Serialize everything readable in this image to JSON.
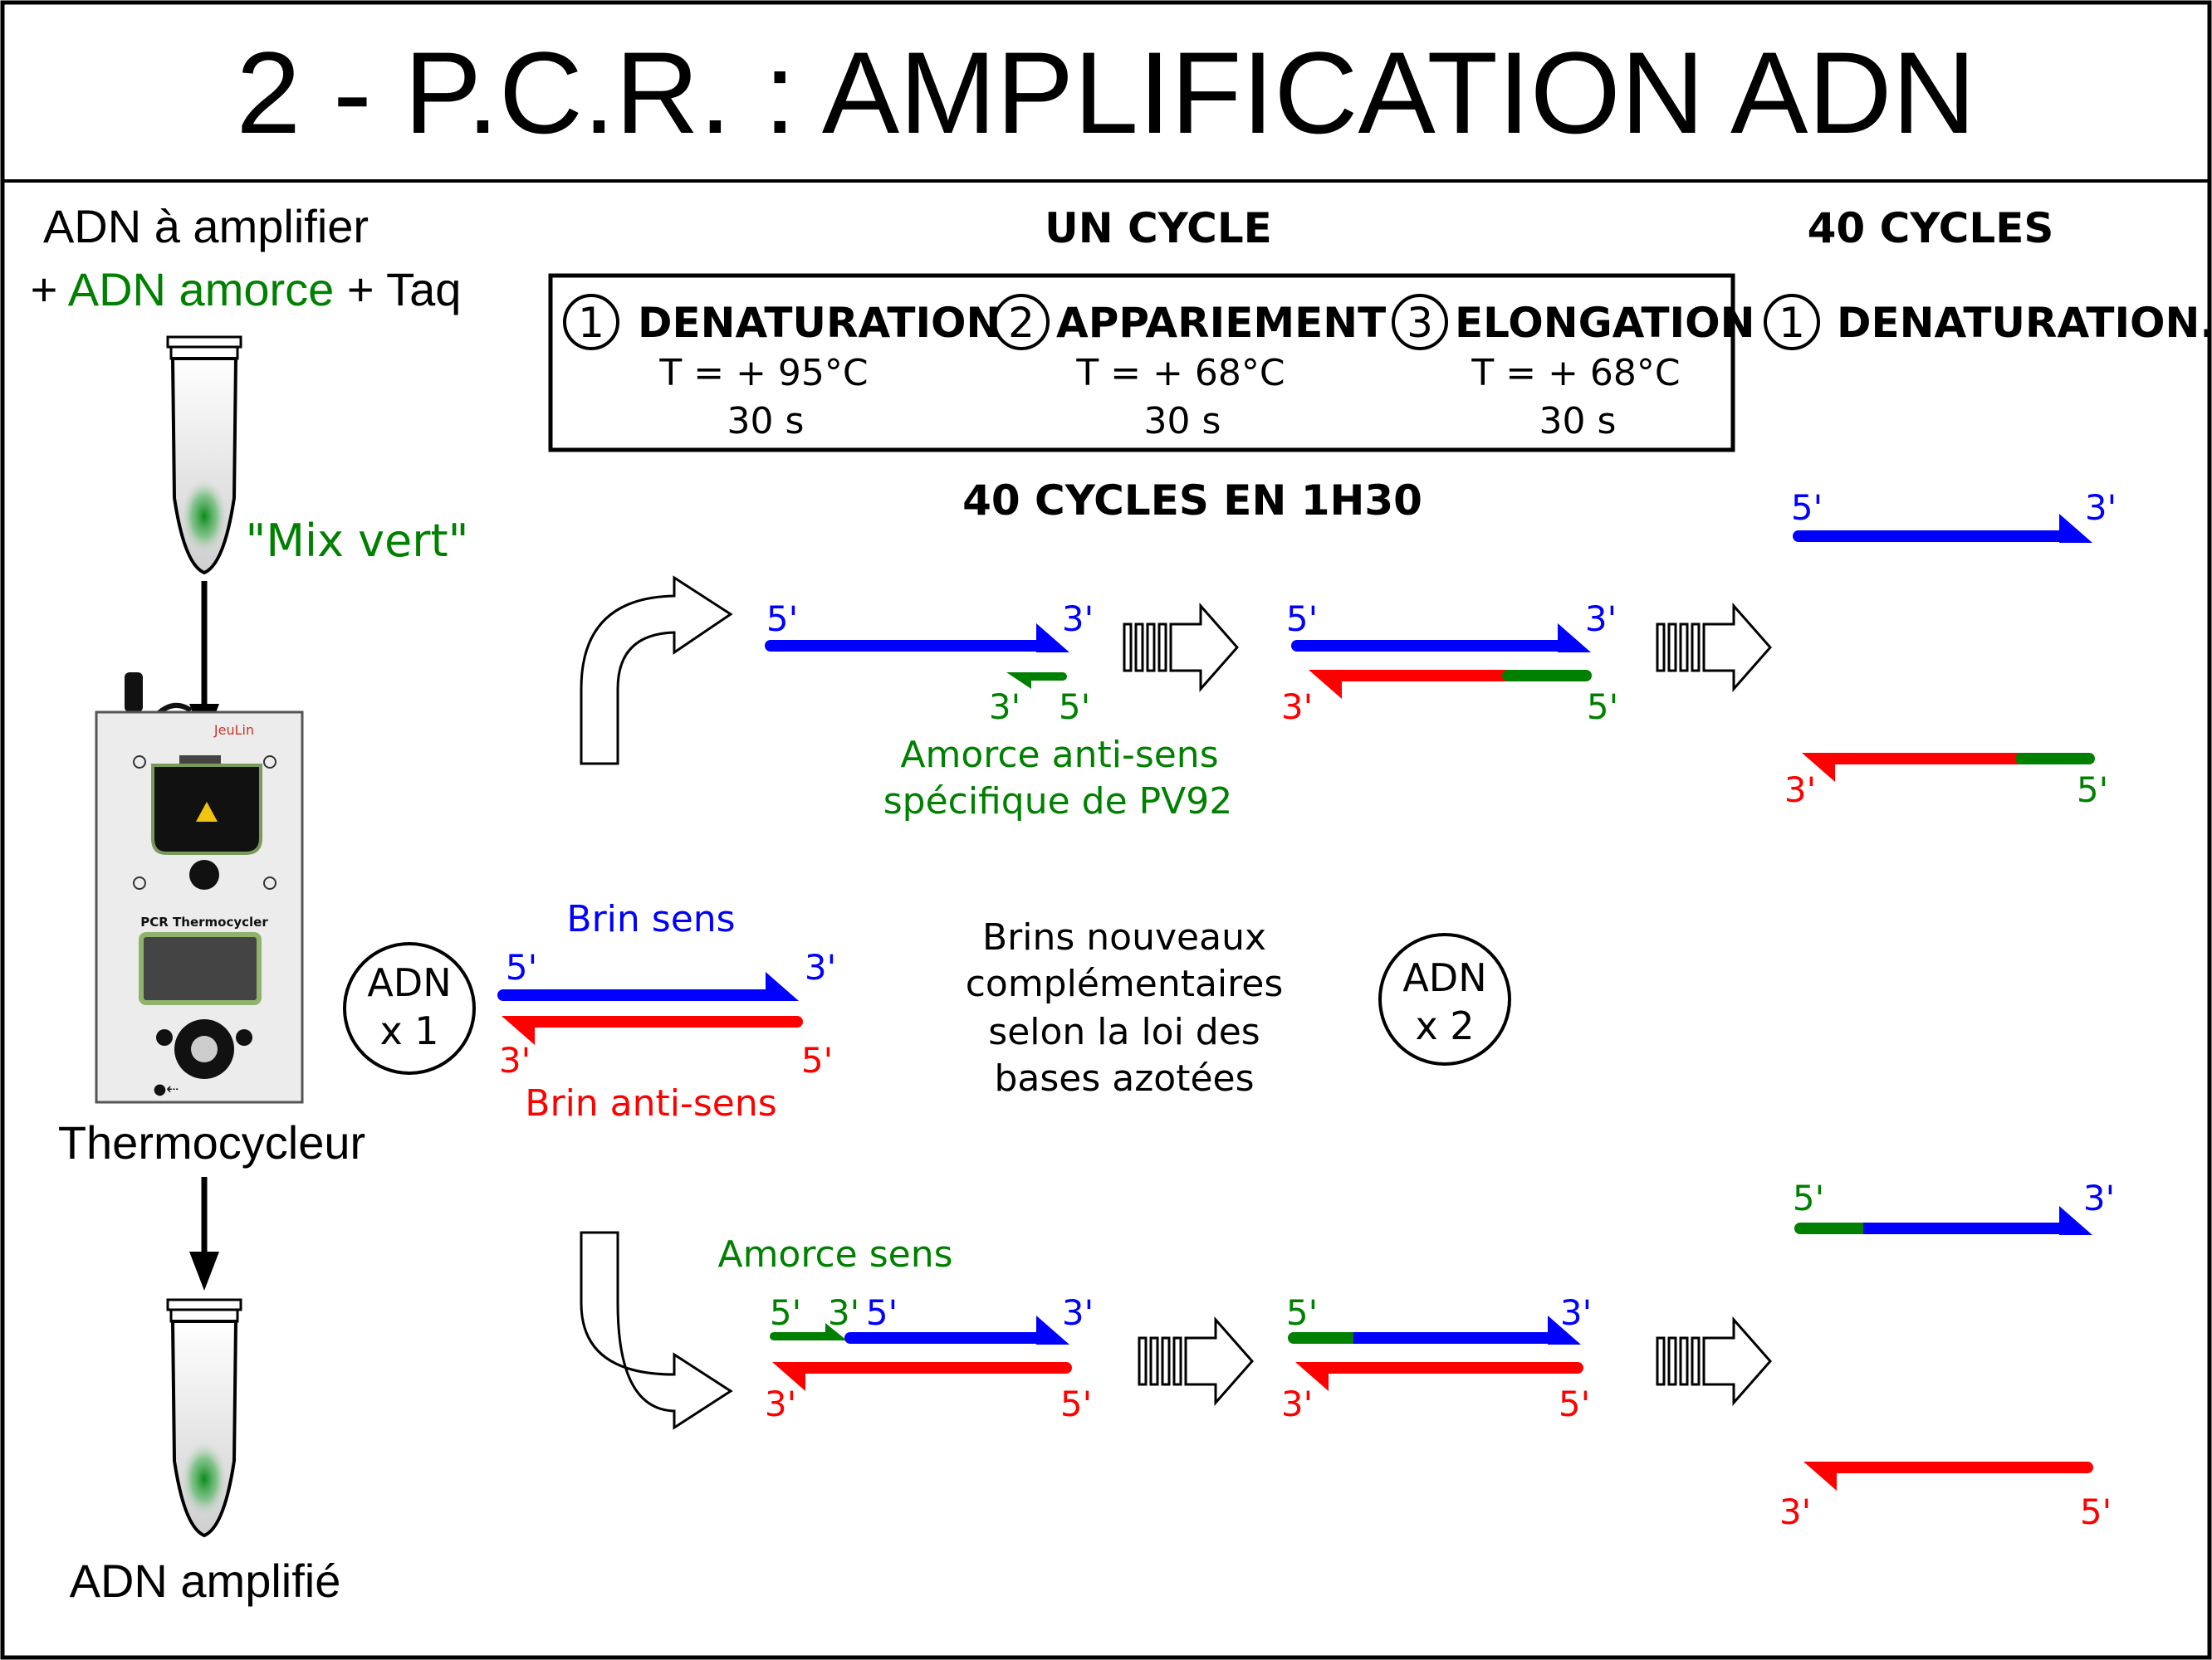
{
  "title": "2 - P.C.R. : AMPLIFICATION ADN",
  "left": {
    "adn_line1": "ADN à amplifier",
    "plus1": "+ ",
    "adn_amorce": "ADN amorce",
    "plus_taq": " + Taq",
    "mix": "\"Mix vert\"",
    "thermo_brand": "JeuLin",
    "thermo_label": "PCR Thermocycler",
    "thermocycleur": "Thermocycleur",
    "adn_amplifie": "ADN amplifié"
  },
  "header": {
    "un_cycle": "UN CYCLE",
    "cycles40": "40 CYCLES",
    "cycles_time": "40 CYCLES EN 1H30"
  },
  "steps": [
    {
      "num": "1",
      "name": "DENATURATION",
      "temp": "T = + 95°C",
      "dur": "30 s"
    },
    {
      "num": "2",
      "name": "APPARIEMENT",
      "temp": "T = + 68°C",
      "dur": "30 s"
    },
    {
      "num": "3",
      "name": "ELONGATION",
      "temp": "T = + 68°C",
      "dur": "30 s"
    }
  ],
  "next_step": {
    "num": "1",
    "name": "DENATURATION..."
  },
  "labels": {
    "five": "5'",
    "three": "3'",
    "brin_sens": "Brin sens",
    "brin_antisens": "Brin anti-sens",
    "amorce_antisens_1": "Amorce anti-sens",
    "amorce_antisens_2": "spécifique de PV92",
    "amorce_sens": "Amorce sens",
    "adn_x1_a": "ADN",
    "adn_x1_b": "x 1",
    "adn_x2_a": "ADN",
    "adn_x2_b": "x 2",
    "brins_1": "Brins nouveaux",
    "brins_2": "complémentaires",
    "brins_3": "selon la loi des",
    "brins_4": "bases azotées"
  },
  "colors": {
    "blue": "#0000ff",
    "red": "#ff0000",
    "green": "#008000",
    "black": "#000000"
  }
}
